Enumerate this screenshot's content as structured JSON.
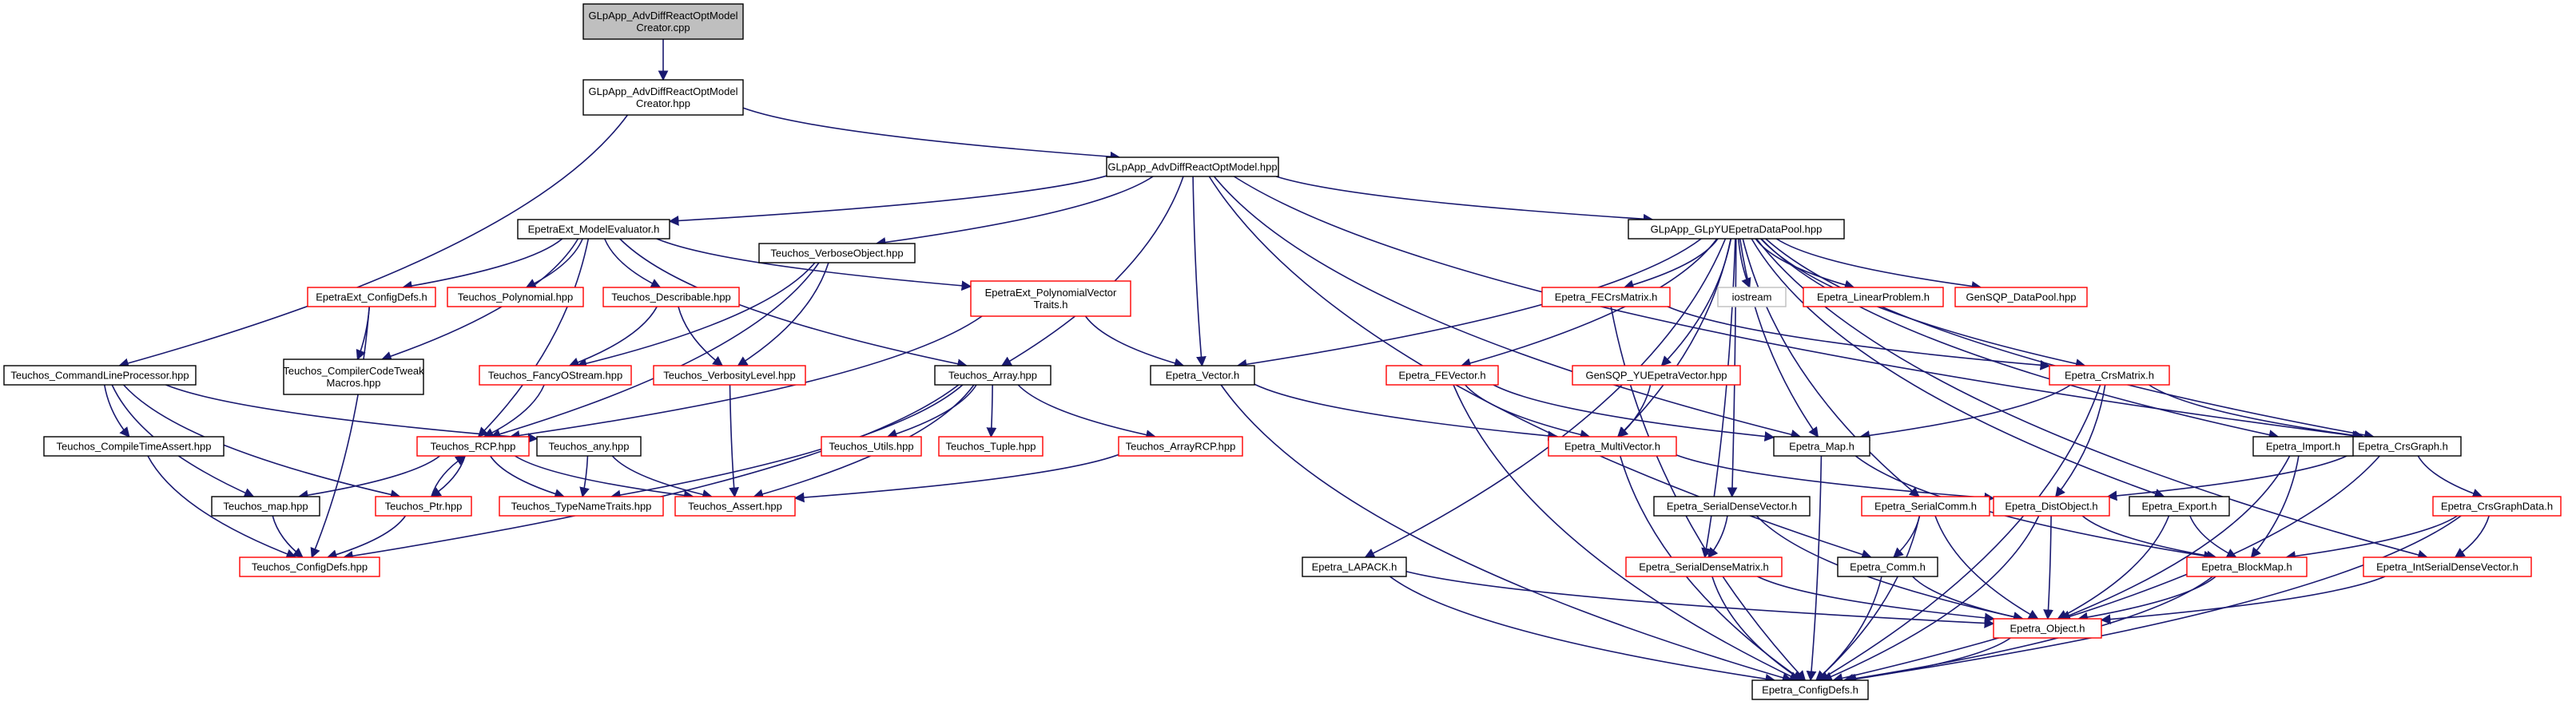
{
  "colors": {
    "edge": "#191970",
    "border_default": "#000000",
    "border_undocumented": "#ff0000",
    "border_external": "#bfbfbf",
    "fill_default": "#ffffff",
    "fill_root": "#bfbfbf"
  },
  "nodes": [
    {
      "id": "creator_cpp",
      "lines": [
        "GLpApp_AdvDiffReactOptModel",
        "Creator.cpp"
      ],
      "style": "root"
    },
    {
      "id": "creator_hpp",
      "lines": [
        "GLpApp_AdvDiffReactOptModel",
        "Creator.hpp"
      ],
      "style": "default"
    },
    {
      "id": "model_hpp",
      "lines": [
        "GLpApp_AdvDiffReactOptModel.hpp"
      ],
      "style": "default"
    },
    {
      "id": "model_eval",
      "lines": [
        "EpetraExt_ModelEvaluator.h"
      ],
      "style": "default"
    },
    {
      "id": "datapool",
      "lines": [
        "GLpApp_GLpYUEpetraDataPool.hpp"
      ],
      "style": "default"
    },
    {
      "id": "cmdline",
      "lines": [
        "Teuchos_CommandLineProcessor.hpp"
      ],
      "style": "default"
    },
    {
      "id": "compiletime",
      "lines": [
        "Teuchos_CompileTimeAssert.hpp"
      ],
      "style": "default"
    },
    {
      "id": "map_hpp",
      "lines": [
        "Teuchos_map.hpp"
      ],
      "style": "default"
    },
    {
      "id": "configdefs_hpp",
      "lines": [
        "Teuchos_ConfigDefs.hpp"
      ],
      "style": "red"
    },
    {
      "id": "ext_configdefs",
      "lines": [
        "EpetraExt_ConfigDefs.h"
      ],
      "style": "red"
    },
    {
      "id": "tweak",
      "lines": [
        "Teuchos_CompilerCodeTweak",
        "Macros.hpp"
      ],
      "style": "default"
    },
    {
      "id": "polynomial",
      "lines": [
        "Teuchos_Polynomial.hpp"
      ],
      "style": "red"
    },
    {
      "id": "describable",
      "lines": [
        "Teuchos_Describable.hpp"
      ],
      "style": "red"
    },
    {
      "id": "fancy",
      "lines": [
        "Teuchos_FancyOStream.hpp"
      ],
      "style": "red"
    },
    {
      "id": "verblevel",
      "lines": [
        "Teuchos_VerbosityLevel.hpp"
      ],
      "style": "red"
    },
    {
      "id": "verbobj",
      "lines": [
        "Teuchos_VerboseObject.hpp"
      ],
      "style": "default"
    },
    {
      "id": "polyvec",
      "lines": [
        "EpetraExt_PolynomialVector",
        "Traits.h"
      ],
      "style": "red"
    },
    {
      "id": "rcp",
      "lines": [
        "Teuchos_RCP.hpp"
      ],
      "style": "red"
    },
    {
      "id": "ptr",
      "lines": [
        "Teuchos_Ptr.hpp"
      ],
      "style": "red"
    },
    {
      "id": "any",
      "lines": [
        "Teuchos_any.hpp"
      ],
      "style": "default"
    },
    {
      "id": "typename",
      "lines": [
        "Teuchos_TypeNameTraits.hpp"
      ],
      "style": "red"
    },
    {
      "id": "assert",
      "lines": [
        "Teuchos_Assert.hpp"
      ],
      "style": "red"
    },
    {
      "id": "array",
      "lines": [
        "Teuchos_Array.hpp"
      ],
      "style": "default"
    },
    {
      "id": "utils",
      "lines": [
        "Teuchos_Utils.hpp"
      ],
      "style": "red"
    },
    {
      "id": "tuple",
      "lines": [
        "Teuchos_Tuple.hpp"
      ],
      "style": "red"
    },
    {
      "id": "arrayrcp",
      "lines": [
        "Teuchos_ArrayRCP.hpp"
      ],
      "style": "red"
    },
    {
      "id": "vector",
      "lines": [
        "Epetra_Vector.h"
      ],
      "style": "default"
    },
    {
      "id": "fevector",
      "lines": [
        "Epetra_FEVector.h"
      ],
      "style": "red"
    },
    {
      "id": "multivector",
      "lines": [
        "Epetra_MultiVector.h"
      ],
      "style": "red"
    },
    {
      "id": "fecrs",
      "lines": [
        "Epetra_FECrsMatrix.h"
      ],
      "style": "red"
    },
    {
      "id": "genyue",
      "lines": [
        "GenSQP_YUEpetraVector.hpp"
      ],
      "style": "red"
    },
    {
      "id": "iostream",
      "lines": [
        "iostream"
      ],
      "style": "external"
    },
    {
      "id": "linprob",
      "lines": [
        "Epetra_LinearProblem.h"
      ],
      "style": "red"
    },
    {
      "id": "gendatapool",
      "lines": [
        "GenSQP_DataPool.hpp"
      ],
      "style": "red"
    },
    {
      "id": "crsmatrix",
      "lines": [
        "Epetra_CrsMatrix.h"
      ],
      "style": "red"
    },
    {
      "id": "map_h",
      "lines": [
        "Epetra_Map.h"
      ],
      "style": "default"
    },
    {
      "id": "crsgraph",
      "lines": [
        "Epetra_CrsGraph.h"
      ],
      "style": "default"
    },
    {
      "id": "crsgraphdata",
      "lines": [
        "Epetra_CrsGraphData.h"
      ],
      "style": "red"
    },
    {
      "id": "intsdv",
      "lines": [
        "Epetra_IntSerialDenseVector.h"
      ],
      "style": "red"
    },
    {
      "id": "sdv",
      "lines": [
        "Epetra_SerialDenseVector.h"
      ],
      "style": "default"
    },
    {
      "id": "serialcomm",
      "lines": [
        "Epetra_SerialComm.h"
      ],
      "style": "red"
    },
    {
      "id": "distobject",
      "lines": [
        "Epetra_DistObject.h"
      ],
      "style": "red"
    },
    {
      "id": "export",
      "lines": [
        "Epetra_Export.h"
      ],
      "style": "default"
    },
    {
      "id": "import",
      "lines": [
        "Epetra_Import.h"
      ],
      "style": "default"
    },
    {
      "id": "blockmap",
      "lines": [
        "Epetra_BlockMap.h"
      ],
      "style": "red"
    },
    {
      "id": "lapack",
      "lines": [
        "Epetra_LAPACK.h"
      ],
      "style": "default"
    },
    {
      "id": "sdm",
      "lines": [
        "Epetra_SerialDenseMatrix.h"
      ],
      "style": "red"
    },
    {
      "id": "comm",
      "lines": [
        "Epetra_Comm.h"
      ],
      "style": "default"
    },
    {
      "id": "object",
      "lines": [
        "Epetra_Object.h"
      ],
      "style": "red"
    },
    {
      "id": "configdefs_h",
      "lines": [
        "Epetra_ConfigDefs.h"
      ],
      "style": "default"
    }
  ],
  "edges": [
    [
      "creator_cpp",
      "creator_hpp"
    ],
    [
      "creator_hpp",
      "model_hpp"
    ],
    [
      "creator_hpp",
      "cmdline"
    ],
    [
      "model_hpp",
      "model_eval"
    ],
    [
      "model_hpp",
      "datapool"
    ],
    [
      "model_hpp",
      "verbobj"
    ],
    [
      "model_hpp",
      "array"
    ],
    [
      "model_hpp",
      "vector"
    ],
    [
      "model_hpp",
      "comm"
    ],
    [
      "model_hpp",
      "map_h"
    ],
    [
      "model_hpp",
      "crsgraph"
    ],
    [
      "model_eval",
      "ext_configdefs"
    ],
    [
      "model_eval",
      "tweak"
    ],
    [
      "model_eval",
      "polynomial"
    ],
    [
      "model_eval",
      "describable"
    ],
    [
      "model_eval",
      "polyvec"
    ],
    [
      "model_eval",
      "array"
    ],
    [
      "model_eval",
      "rcp"
    ],
    [
      "ext_configdefs",
      "tweak"
    ],
    [
      "ext_configdefs",
      "configdefs_hpp"
    ],
    [
      "describable",
      "fancy"
    ],
    [
      "describable",
      "verblevel"
    ],
    [
      "verbobj",
      "fancy"
    ],
    [
      "verbobj",
      "verblevel"
    ],
    [
      "verbobj",
      "rcp"
    ],
    [
      "polyvec",
      "rcp"
    ],
    [
      "polyvec",
      "vector"
    ],
    [
      "fancy",
      "rcp"
    ],
    [
      "verblevel",
      "assert"
    ],
    [
      "cmdline",
      "compiletime"
    ],
    [
      "cmdline",
      "map_hpp"
    ],
    [
      "cmdline",
      "ptr"
    ],
    [
      "cmdline",
      "any"
    ],
    [
      "compiletime",
      "configdefs_hpp"
    ],
    [
      "map_hpp",
      "configdefs_hpp"
    ],
    [
      "rcp",
      "map_hpp"
    ],
    [
      "rcp",
      "ptr"
    ],
    [
      "rcp",
      "typename"
    ],
    [
      "rcp",
      "assert"
    ],
    [
      "ptr",
      "rcp"
    ],
    [
      "ptr",
      "configdefs_hpp"
    ],
    [
      "any",
      "typename"
    ],
    [
      "any",
      "assert"
    ],
    [
      "array",
      "utils"
    ],
    [
      "array",
      "tuple"
    ],
    [
      "array",
      "arrayrcp"
    ],
    [
      "array",
      "typename"
    ],
    [
      "array",
      "assert"
    ],
    [
      "array",
      "configdefs_hpp"
    ],
    [
      "arrayrcp",
      "assert"
    ],
    [
      "vector",
      "multivector"
    ],
    [
      "vector",
      "configdefs_h"
    ],
    [
      "datapool",
      "vector"
    ],
    [
      "datapool",
      "fevector"
    ],
    [
      "datapool",
      "fecrs"
    ],
    [
      "datapool",
      "genyue"
    ],
    [
      "datapool",
      "iostream"
    ],
    [
      "datapool",
      "linprob"
    ],
    [
      "datapool",
      "gendatapool"
    ],
    [
      "datapool",
      "crsmatrix"
    ],
    [
      "datapool",
      "map_h"
    ],
    [
      "datapool",
      "multivector"
    ],
    [
      "datapool",
      "lapack"
    ],
    [
      "datapool",
      "sdm"
    ],
    [
      "datapool",
      "sdv"
    ],
    [
      "datapool",
      "serialcomm"
    ],
    [
      "datapool",
      "export"
    ],
    [
      "datapool",
      "import"
    ],
    [
      "datapool",
      "crsgraph"
    ],
    [
      "datapool",
      "intsdv"
    ],
    [
      "fevector",
      "multivector"
    ],
    [
      "fevector",
      "map_h"
    ],
    [
      "fevector",
      "configdefs_h"
    ],
    [
      "fecrs",
      "crsmatrix"
    ],
    [
      "fecrs",
      "configdefs_h"
    ],
    [
      "genyue",
      "multivector"
    ],
    [
      "crsmatrix",
      "map_h"
    ],
    [
      "crsmatrix",
      "crsgraph"
    ],
    [
      "crsmatrix",
      "distobject"
    ],
    [
      "crsmatrix",
      "configdefs_h"
    ],
    [
      "multivector",
      "distobject"
    ],
    [
      "multivector",
      "configdefs_h"
    ],
    [
      "map_h",
      "blockmap"
    ],
    [
      "map_h",
      "configdefs_h"
    ],
    [
      "crsgraph",
      "distobject"
    ],
    [
      "crsgraph",
      "crsgraphdata"
    ],
    [
      "crsgraph",
      "configdefs_h"
    ],
    [
      "crsgraphdata",
      "blockmap"
    ],
    [
      "crsgraphdata",
      "intsdv"
    ],
    [
      "crsgraphdata",
      "configdefs_h"
    ],
    [
      "intsdv",
      "object"
    ],
    [
      "sdv",
      "object"
    ],
    [
      "sdv",
      "sdm"
    ],
    [
      "serialcomm",
      "comm"
    ],
    [
      "serialcomm",
      "object"
    ],
    [
      "serialcomm",
      "configdefs_h"
    ],
    [
      "distobject",
      "blockmap"
    ],
    [
      "distobject",
      "object"
    ],
    [
      "distobject",
      "configdefs_h"
    ],
    [
      "export",
      "blockmap"
    ],
    [
      "export",
      "object"
    ],
    [
      "import",
      "blockmap"
    ],
    [
      "import",
      "object"
    ],
    [
      "blockmap",
      "object"
    ],
    [
      "blockmap",
      "configdefs_h"
    ],
    [
      "lapack",
      "object"
    ],
    [
      "lapack",
      "configdefs_h"
    ],
    [
      "sdm",
      "object"
    ],
    [
      "sdm",
      "configdefs_h"
    ],
    [
      "comm",
      "object"
    ],
    [
      "comm",
      "configdefs_h"
    ],
    [
      "object",
      "configdefs_h"
    ]
  ]
}
